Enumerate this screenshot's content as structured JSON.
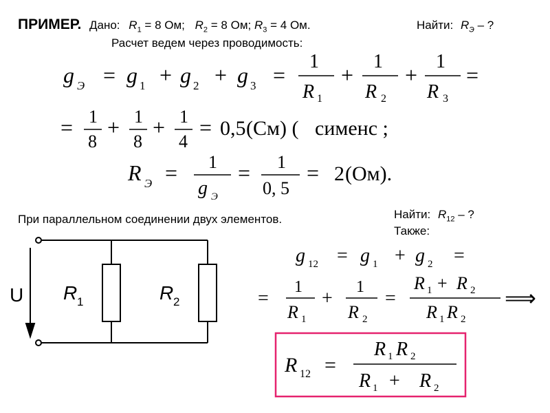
{
  "header": {
    "title": "ПРИМЕР.",
    "given_prefix": "Дано:",
    "r1_sym": "R",
    "r1_sub": "1",
    "r1_val": "= 8 Ом;",
    "r2_sym": "R",
    "r2_sub": "2",
    "r2_val": "= 8 Ом;",
    "r3_sym": "R",
    "r3_sub": "3",
    "r3_val": "= 4 Ом.",
    "find_prefix": "Найти:",
    "re_sym": "R",
    "re_sub": "Э",
    "re_tail": "– ?",
    "method": "Расчет ведем через проводимость:"
  },
  "formula1": {
    "g": "g",
    "sub_e": "Э",
    "sub1": "1",
    "sub2": "2",
    "sub3": "3",
    "eq": "=",
    "plus": "+",
    "one": "1",
    "R": "R"
  },
  "formula2": {
    "eq": "=",
    "plus": "+",
    "one": "1",
    "d1": "8",
    "d2": "8",
    "d3": "4",
    "result": "0,5",
    "unit": "(См) (",
    "word": "сименс ;"
  },
  "formula3": {
    "R": "R",
    "sub_e": "Э",
    "eq": "=",
    "one": "1",
    "g": "g",
    "den": "0, 5",
    "result": "2",
    "unit": "(Ом)."
  },
  "parallel": {
    "caption": "При параллельном соединении двух элементов.",
    "find_prefix": "Найти:",
    "r12_sym": "R",
    "r12_sub": "12",
    "r12_tail": "– ?",
    "also": "Также:"
  },
  "circuit": {
    "voltage": "U",
    "r1": "R",
    "r1_sub": "1",
    "r2": "R",
    "r2_sub": "2"
  },
  "formula4": {
    "g": "g",
    "sub12": "12",
    "sub1": "1",
    "sub2": "2",
    "eq": "=",
    "plus": "+",
    "one": "1",
    "R": "R",
    "implies": "⟹"
  },
  "formula5": {
    "R": "R",
    "sub12": "12",
    "sub1": "1",
    "sub2": "2",
    "eq": "=",
    "plus": "+"
  },
  "colors": {
    "highlight_border": "#e5226e"
  }
}
